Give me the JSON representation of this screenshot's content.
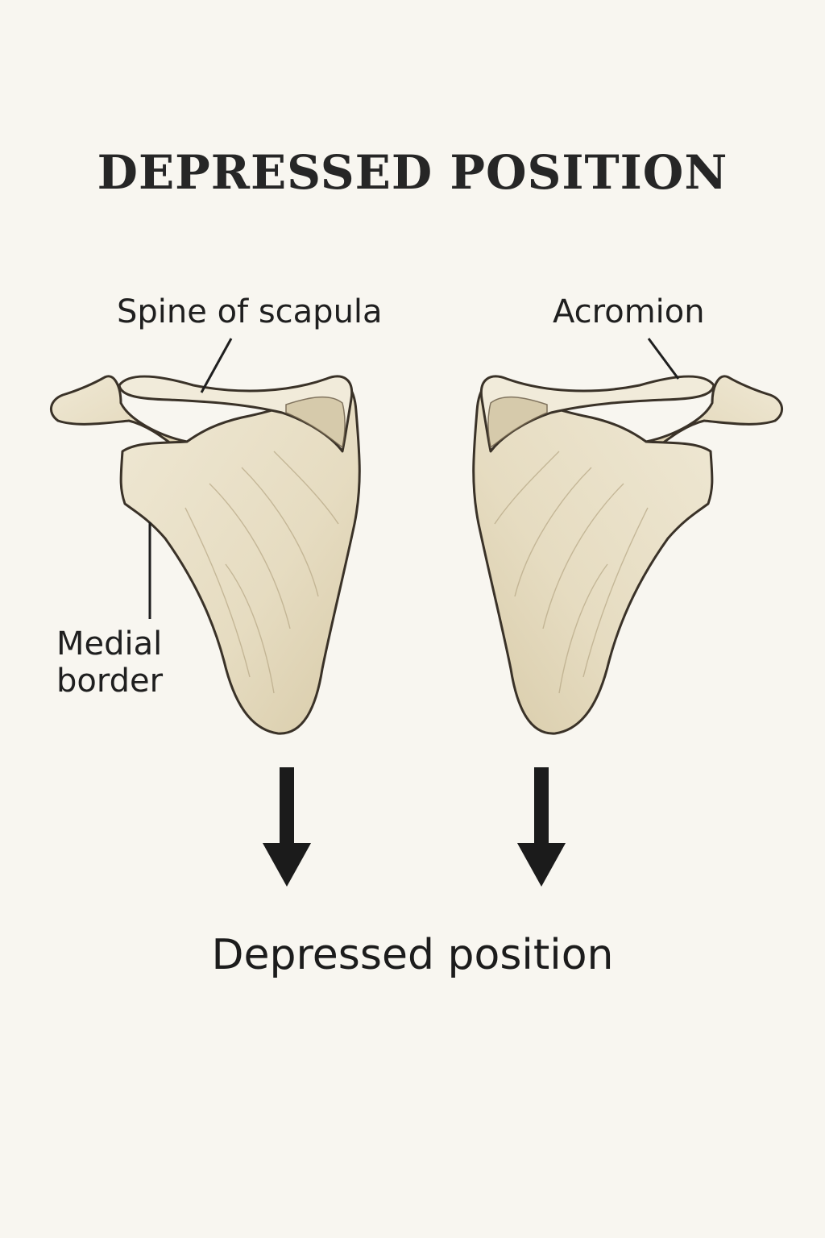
{
  "title": "DEPRESSED POSITION",
  "labels": {
    "spine": "Spine of scapula",
    "acromion": "Acromion",
    "medial_line1": "Medial",
    "medial_line2": "border"
  },
  "caption": "Depressed position",
  "colors": {
    "background": "#f8f6f0",
    "bone_fill": "#ebe3cc",
    "bone_outline": "#3a3228",
    "bone_shade": "#cfc2a1",
    "arrow": "#1b1b1b"
  }
}
